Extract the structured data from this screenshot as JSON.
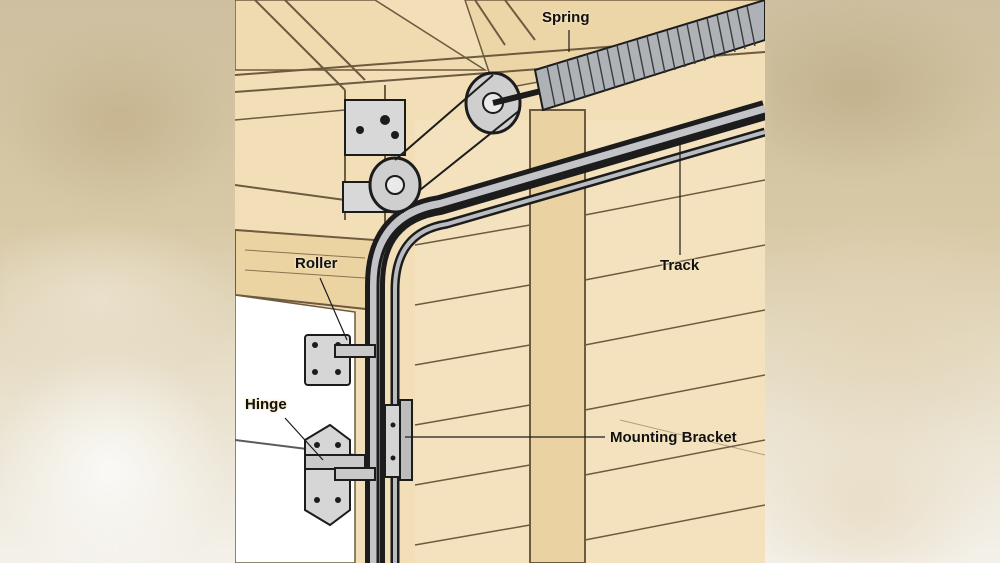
{
  "labels": {
    "spring": "Spring",
    "track": "Track",
    "roller": "Roller",
    "hinge": "Hinge",
    "mounting_bracket": "Mounting Bracket"
  },
  "colors": {
    "wood": "#f2dfb8",
    "wood_shade": "#e6cd9c",
    "wood_line": "#8a7352",
    "metal": "#b9bcc0",
    "metal_dark": "#1c1c1c",
    "door_white": "#ffffff"
  }
}
